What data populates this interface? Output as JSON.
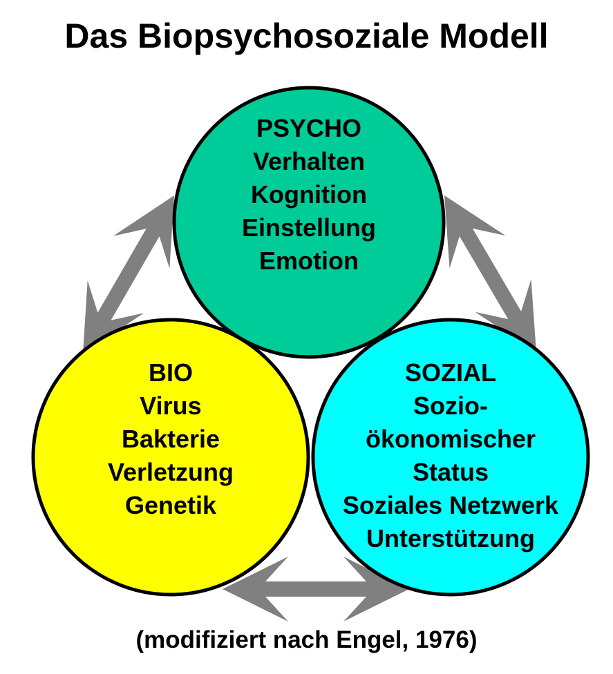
{
  "title": "Das Biopsychosoziale Modell",
  "caption": "(modifiziert nach Engel, 1976)",
  "colors": {
    "psycho": "#00CC99",
    "bio": "#FFFF00",
    "sozial": "#00FFFF",
    "arrow": "#808080",
    "outline": "#000000"
  },
  "circles": {
    "psycho": {
      "lines": [
        "PSYCHO",
        "Verhalten",
        "Kognition",
        "Einstellung",
        "Emotion"
      ]
    },
    "bio": {
      "lines": [
        "BIO",
        "Virus",
        "Bakterie",
        "Verletzung",
        "Genetik"
      ]
    },
    "sozial": {
      "lines": [
        "SOZIAL",
        "Sozio-",
        "ökonomischer",
        "Status",
        "Soziales Netzwerk",
        "Unterstützung"
      ]
    }
  }
}
